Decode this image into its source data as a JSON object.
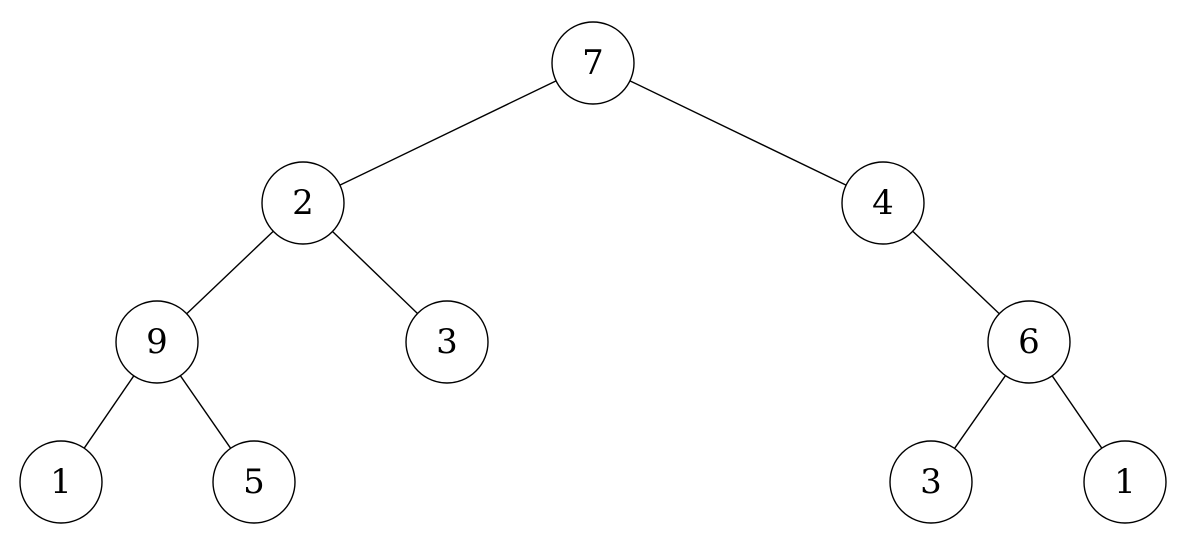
{
  "diagram": {
    "type": "binary-tree",
    "nodes": [
      {
        "id": "n0",
        "value": "7"
      },
      {
        "id": "n1",
        "value": "2"
      },
      {
        "id": "n2",
        "value": "4"
      },
      {
        "id": "n3",
        "value": "9"
      },
      {
        "id": "n4",
        "value": "3"
      },
      {
        "id": "n5",
        "value": "6"
      },
      {
        "id": "n6",
        "value": "1"
      },
      {
        "id": "n7",
        "value": "5"
      },
      {
        "id": "n8",
        "value": "3"
      },
      {
        "id": "n9",
        "value": "1"
      }
    ],
    "edges": [
      {
        "from": "n0",
        "to": "n1"
      },
      {
        "from": "n0",
        "to": "n2"
      },
      {
        "from": "n1",
        "to": "n3"
      },
      {
        "from": "n1",
        "to": "n4"
      },
      {
        "from": "n2",
        "to": "n5"
      },
      {
        "from": "n3",
        "to": "n6"
      },
      {
        "from": "n3",
        "to": "n7"
      },
      {
        "from": "n5",
        "to": "n8"
      },
      {
        "from": "n5",
        "to": "n9"
      }
    ]
  }
}
